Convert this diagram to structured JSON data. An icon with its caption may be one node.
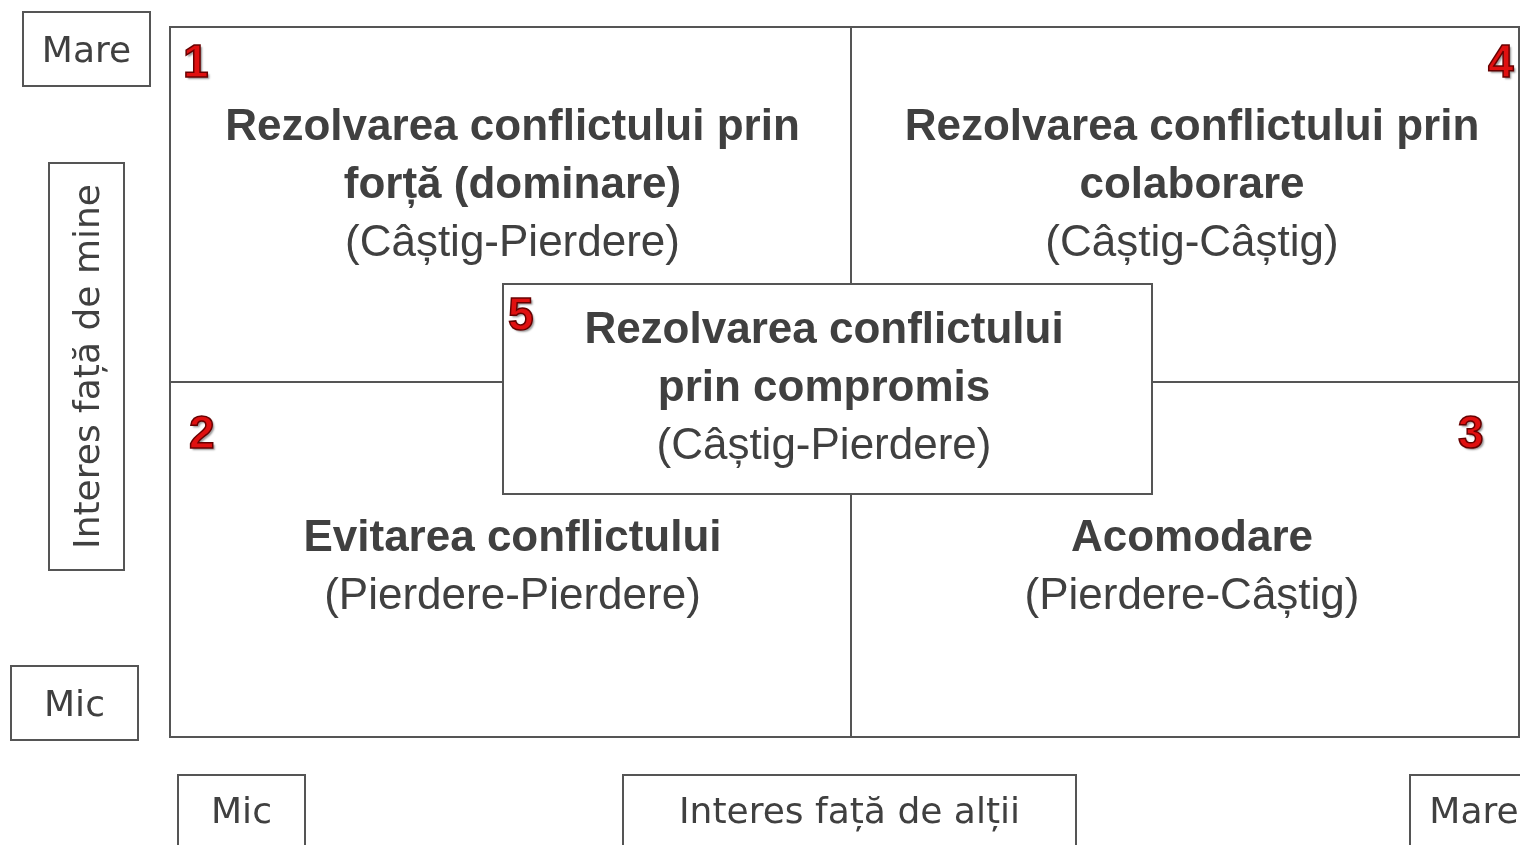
{
  "diagram": {
    "nodes": [
      {
        "text": [
          "Mare"
        ]
      },
      {
        "text": [
          "1",
          "Rezolvarea conflictului prin forță (dominare)",
          "(Câștig-Pierdere)"
        ]
      },
      {
        "text": [
          "4",
          "Rezolvarea conflictului prin colaborare",
          "(Câștig-Câștig)"
        ]
      },
      {
        "text": [
          "Interes față de mine"
        ]
      },
      {
        "text": [
          "5",
          "Rezolvarea conflictului prin compromis",
          "(Câștig-Pierdere)"
        ]
      },
      {
        "text": [
          "2",
          "Evitarea conflictului",
          "(Pierdere-Pierdere)"
        ]
      },
      {
        "text": [
          "3",
          "Acomodare",
          "(Pierdere-Câștig)"
        ]
      },
      {
        "text": [
          "Mic"
        ]
      },
      {
        "text": [
          "Mic"
        ]
      },
      {
        "text": [
          "Interes față de alții"
        ]
      },
      {
        "text": [
          "Mare"
        ]
      }
    ]
  }
}
